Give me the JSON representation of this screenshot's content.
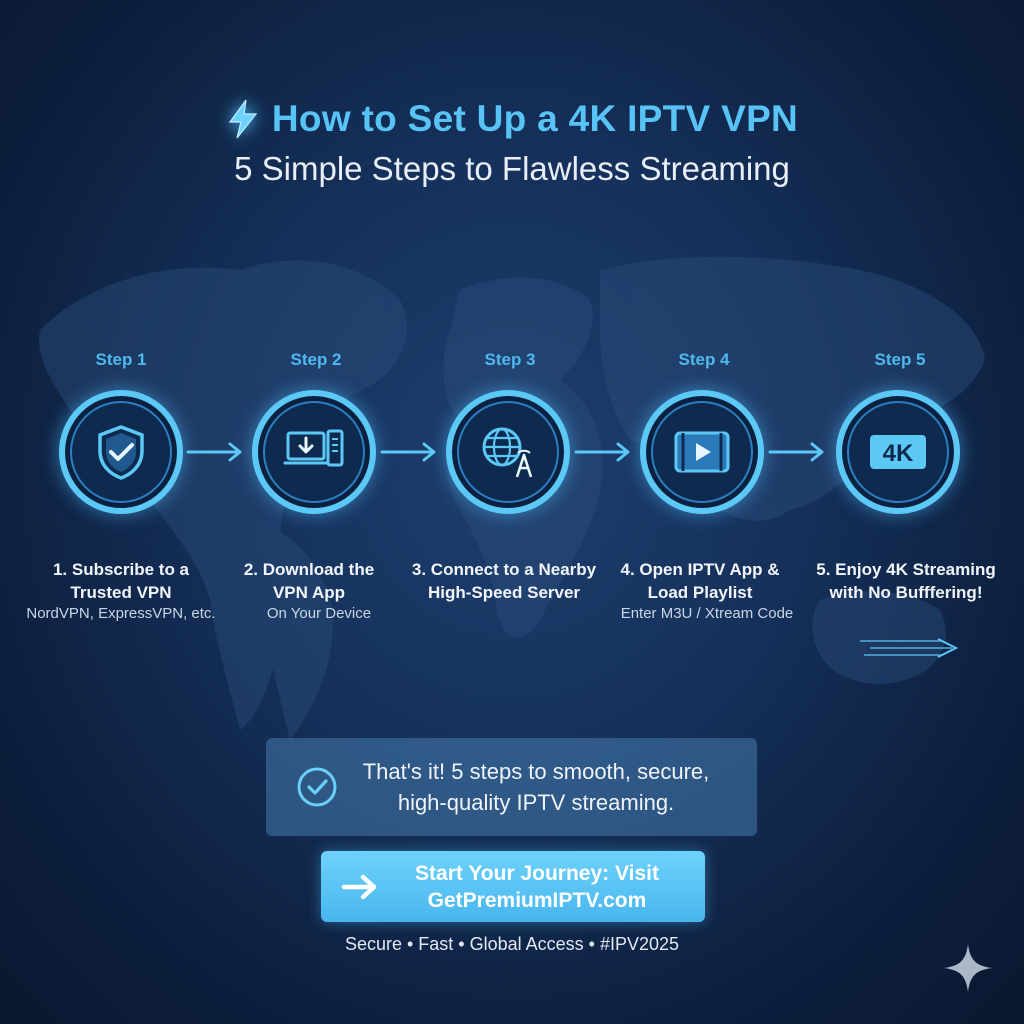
{
  "header": {
    "title": "How to Set Up a 4K IPTV VPN",
    "subtitle": "5 Simple Steps to Flawless Streaming",
    "title_icon": "lightning-bolt-icon"
  },
  "steps": [
    {
      "label": "Step 1",
      "title_line1": "1. Subscribe to a",
      "title_line2": "Trusted VPN",
      "subtitle": "NordVPN, ExpressVPN, etc.",
      "icon": "shield-check-icon"
    },
    {
      "label": "Step 2",
      "title_line1": "2. Download the",
      "title_line2": "VPN App",
      "subtitle": "On Your Device",
      "icon": "devices-download-icon"
    },
    {
      "label": "Step 3",
      "title_line1": "3. Connect to a Nearby",
      "title_line2": "High-Speed Server",
      "subtitle": "",
      "icon": "globe-tower-icon"
    },
    {
      "label": "Step 4",
      "title_line1": "4. Open IPTV App &",
      "title_line2": "Load Playlist",
      "subtitle": "Enter M3U / Xtream Code",
      "icon": "video-player-icon"
    },
    {
      "label": "Step 5",
      "title_line1": "5. Enjoy 4K Streaming",
      "title_line2": "with No Bufffering!",
      "subtitle": "",
      "icon": "4k-badge-icon",
      "badge_text": "4K"
    }
  ],
  "summary": {
    "line1": "That's it! 5 steps to smooth, secure,",
    "line2": "high-quality IPTV streaming."
  },
  "cta": {
    "line1": "Start Your Journey: Visit",
    "line2": "GetPremiumIPTV.com"
  },
  "footer": "Secure • Fast • Global Access • #IPV2025",
  "colors": {
    "accent": "#5cc8f5",
    "title": "#58c4f5",
    "background": "#15305a",
    "button": "#5ac4f5"
  }
}
